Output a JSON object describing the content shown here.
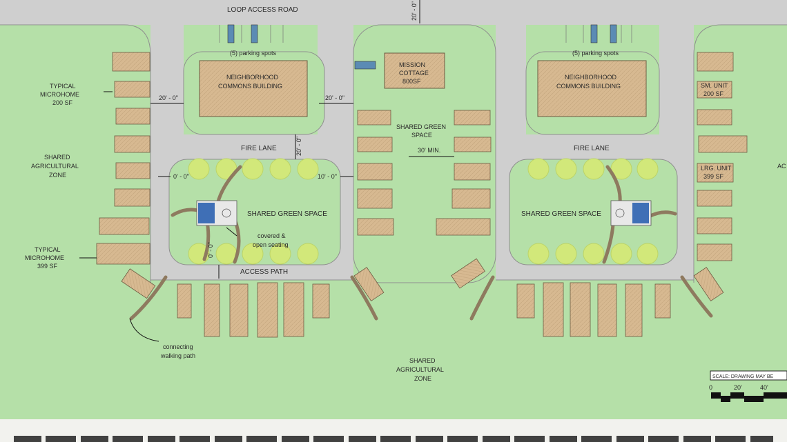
{
  "roads": {
    "loop_access_road": "LOOP ACCESS ROAD",
    "fire_lane_left": "FIRE LANE",
    "fire_lane_right": "FIRE LANE",
    "access_path": "ACCESS PATH"
  },
  "dimensions": {
    "top_road": "20' - 0\"",
    "left_gap": "20' - 0\"",
    "mid_gap": "20' - 0\"",
    "fire_lane_v": "20' - 0\"",
    "left_clear": "0' - 0\"",
    "right_clear": "10' - 0\"",
    "access_path_v": "0' - 0\"",
    "min_gap": "30' MIN."
  },
  "parking": {
    "left": "(5) parking spots",
    "right": "(5) parking spots"
  },
  "buildings": {
    "commons_left": [
      "NEIGHBORHOOD",
      "COMMONS BUILDING"
    ],
    "commons_right": [
      "NEIGHBORHOOD",
      "COMMONS BUILDING"
    ],
    "mission_cottage": [
      "MISSION",
      "COTTAGE",
      "800SF"
    ]
  },
  "zones": {
    "shared_ag_left": [
      "SHARED",
      "AGRICULTURAL",
      "ZONE"
    ],
    "shared_ag_bottom": [
      "SHARED",
      "AGRICULTURAL",
      "ZONE"
    ],
    "shared_green_mid": [
      "SHARED GREEN",
      "SPACE"
    ],
    "shared_green_left": "SHARED GREEN SPACE",
    "shared_green_right": "SHARED GREEN SPACE",
    "edge_right": "AC"
  },
  "callouts": {
    "typical_micro_200": [
      "TYPICAL",
      "MICROHOME",
      "200 SF"
    ],
    "typical_micro_399": [
      "TYPICAL",
      "MICROHOME",
      "399 SF"
    ],
    "sm_unit": [
      "SM. UNIT",
      "200 SF"
    ],
    "lrg_unit": [
      "LRG. UNIT",
      "399 SF"
    ],
    "covered_seating": [
      "covered &",
      "open seating"
    ],
    "walking_path": [
      "connecting",
      "walking path"
    ]
  },
  "scale_bar": {
    "note": "SCALE: DRAWING MAY BE",
    "ticks": [
      "0",
      "20'",
      "40'"
    ]
  },
  "colors": {
    "grass": "#b5e0a8",
    "road": "#cfcfcf",
    "building": "#d7b991",
    "tree": "#d2e87a",
    "path": "#8e7a5f"
  }
}
